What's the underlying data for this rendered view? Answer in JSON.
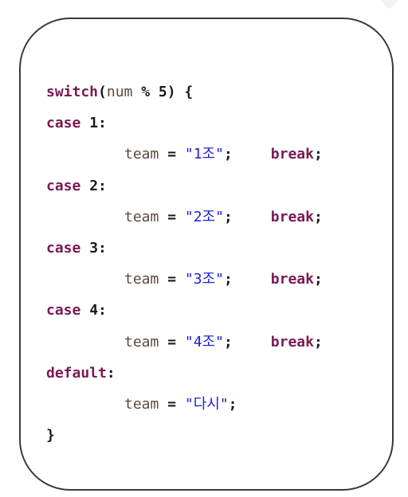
{
  "code": {
    "switch_kw": "switch",
    "switch_open": "(",
    "switch_var": "num",
    "switch_op": " % ",
    "switch_num": "5",
    "switch_close": ")",
    "brace_open": " {",
    "cases": [
      {
        "kw": "case",
        "num": "1",
        "var": "team",
        "value": "\"1조\"",
        "break_kw": "break"
      },
      {
        "kw": "case",
        "num": "2",
        "var": "team",
        "value": "\"2조\"",
        "break_kw": "break"
      },
      {
        "kw": "case",
        "num": "3",
        "var": "team",
        "value": "\"3조\"",
        "break_kw": "break"
      },
      {
        "kw": "case",
        "num": "4",
        "var": "team",
        "value": "\"4조\"",
        "break_kw": "break"
      }
    ],
    "default_kw": "default",
    "default_var": "team",
    "default_value": "\"다시\"",
    "brace_close": "}",
    "colon": ":",
    "assign": " = ",
    "semicolon": ";"
  }
}
